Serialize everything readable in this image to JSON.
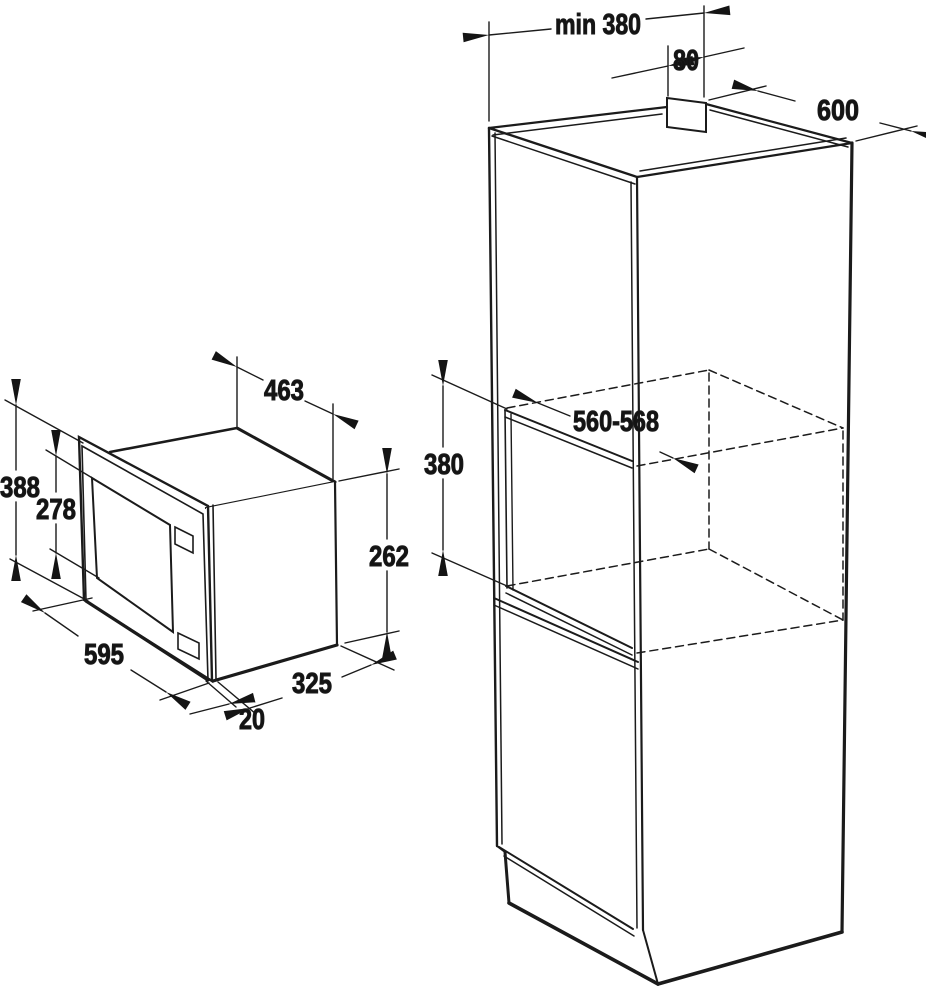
{
  "diagram": {
    "title": "built-in-microwave-installation-diagram",
    "background_color": "#ffffff",
    "line_color": "#1b1b1b",
    "door_color": "#9da1a6",
    "window_color": "#a9adb2",
    "microwave": {
      "body_width_top": "463",
      "front_height": "388",
      "window_height": "278",
      "body_height": "262",
      "front_width": "595",
      "body_depth": "325",
      "door_overhang": "20"
    },
    "cabinet": {
      "min_depth": "min 380",
      "rear_gap": "80",
      "width": "600",
      "niche_height": "380",
      "niche_width": "560-568"
    }
  }
}
